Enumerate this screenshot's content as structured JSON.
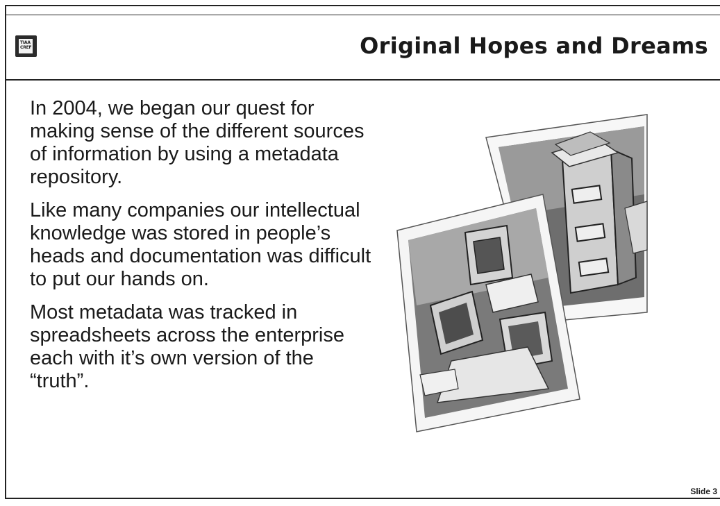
{
  "slide": {
    "title": "Original Hopes and Dreams",
    "logo_text_line1": "TIAA",
    "logo_text_line2": "CREF",
    "paragraphs": [
      "In 2004, we began our quest for making sense of the different sources of information by using a metadata repository.",
      "Like many companies our intellectual knowledge was stored in people’s heads and documentation was difficult to put our hands on.",
      "Most metadata was tracked in spreadsheets across the enterprise each with it’s own version of the “truth”."
    ],
    "slide_number": "Slide 3"
  },
  "illustration": {
    "name": "clutter-photos-icon"
  }
}
